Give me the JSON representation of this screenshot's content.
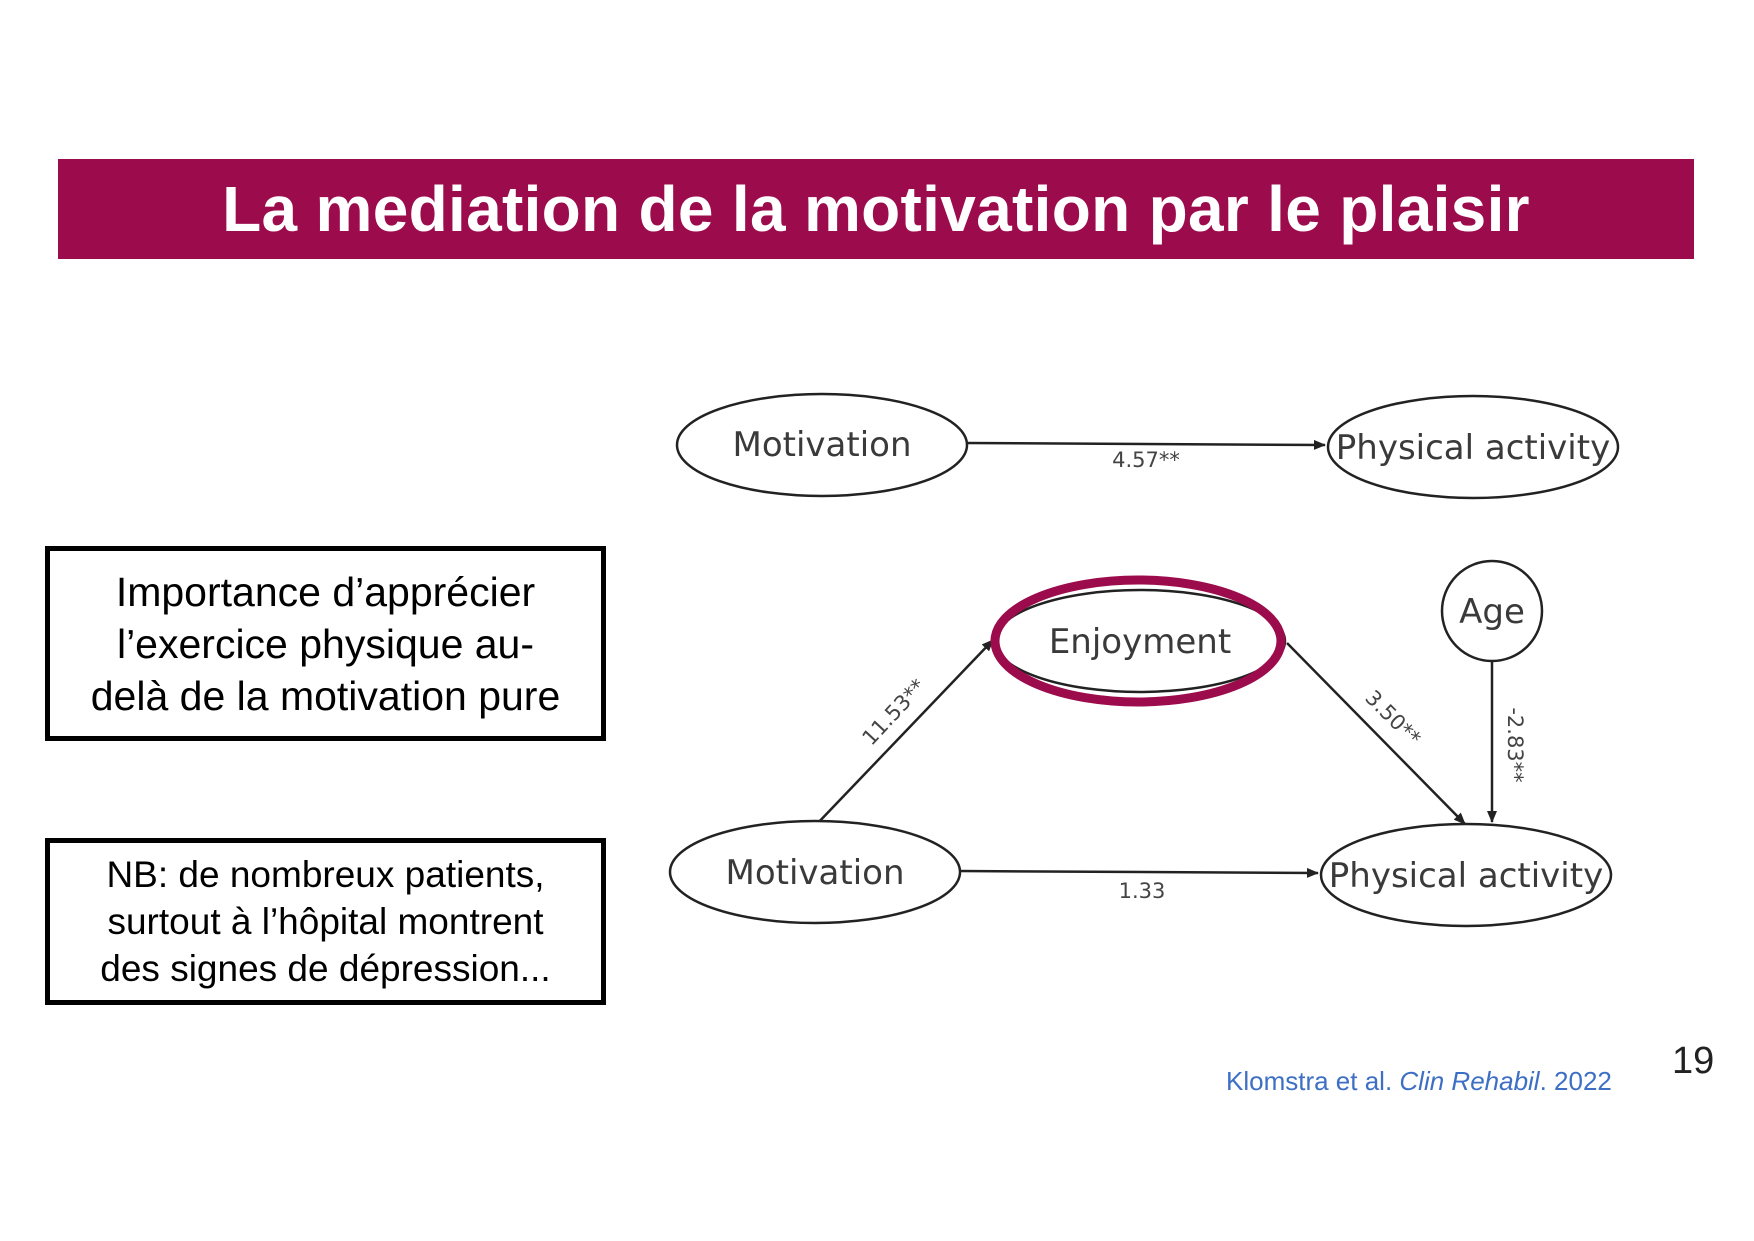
{
  "slide": {
    "title": "La mediation de la motivation par le plaisir",
    "page_number": "19",
    "accent_color": "#9c0b4c"
  },
  "notes": {
    "box1_lines": [
      "Importance d’apprécier",
      "l’exercice physique au-",
      "delà de la motivation pure"
    ],
    "box2_lines": [
      "NB: de nombreux patients,",
      "surtout à l’hôpital montrent",
      "des signes de dépression..."
    ]
  },
  "diagram": {
    "model_direct": {
      "source": "Motivation",
      "target": "Physical activity",
      "coefficient": "4.57**"
    },
    "model_mediated": {
      "motivation": "Motivation",
      "mediator": "Enjoyment",
      "covariate": "Age",
      "outcome": "Physical activity",
      "coef_motivation_enjoyment": "11.53**",
      "coef_enjoyment_activity": "3.50**",
      "coef_age_activity": "-2.83**",
      "coef_motivation_activity": "1.33",
      "highlighted_node": "Enjoyment"
    }
  },
  "citation": {
    "authors": "Klomstra et al. ",
    "journal": "Clin Rehabil",
    "year": ". 2022",
    "color": "#3d6fc4"
  }
}
